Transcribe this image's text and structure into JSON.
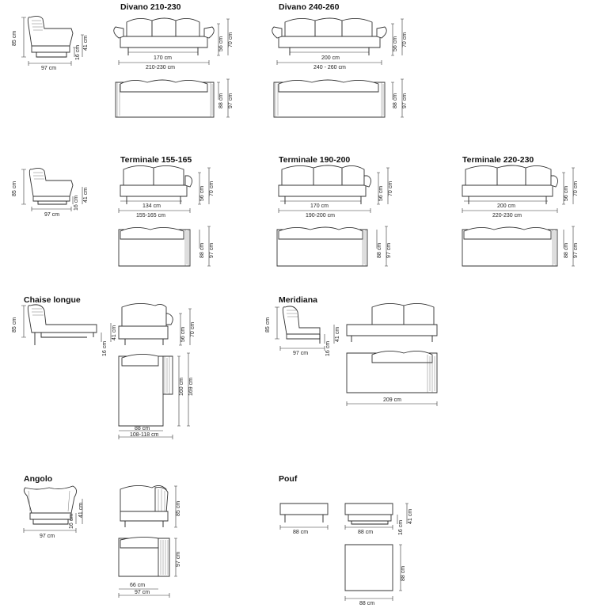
{
  "titles": {
    "divano1": "Divano 210-230",
    "divano2": "Divano 240-260",
    "term1": "Terminale 155-165",
    "term2": "Terminale 190-200",
    "term3": "Terminale 220-230",
    "chaise": "Chaise longue",
    "meridiana": "Meridiana",
    "angolo": "Angolo",
    "pouf": "Pouf"
  },
  "dims": {
    "d85": "85 cm",
    "d16": "16 cm",
    "d41": "41 cm",
    "d56": "56 cm",
    "d70": "70 cm",
    "d88": "88 cm",
    "d97": "97 cm",
    "w97": "97 cm",
    "w88": "88 cm",
    "w66": "66 cm",
    "w134": "134 cm",
    "w170": "170 cm",
    "w200": "200 cm",
    "w209": "209 cm",
    "w210_230": "210-230 cm",
    "w240_260": "240 - 260 cm",
    "w155_165": "155-165 cm",
    "w190_200": "190-200 cm",
    "w220_230": "220-230 cm",
    "w108_118": "108-118 cm",
    "h160": "160 cm",
    "h169": "169 cm"
  }
}
